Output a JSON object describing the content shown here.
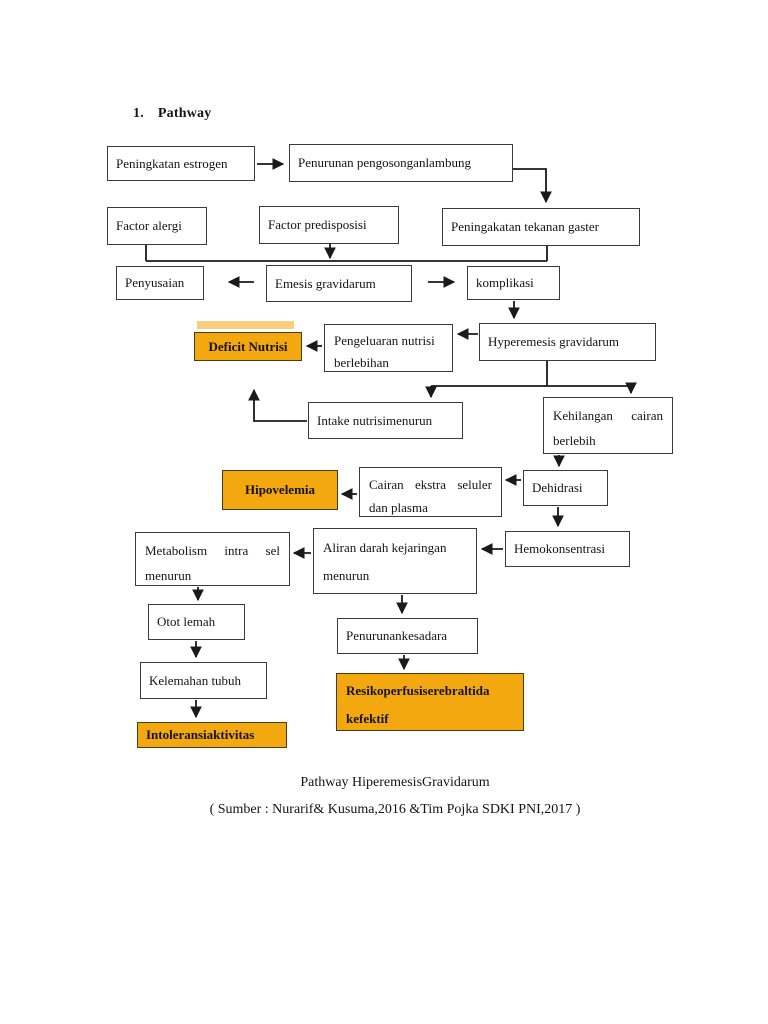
{
  "page": {
    "title_number": "1.",
    "title_text": "Pathway",
    "caption_line1": "Pathway HiperemesisGravidarum",
    "caption_line2": "( Sumber : Nurarif& Kusuma,2016 &Tim Pojka SDKI PNI,2017 )"
  },
  "colors": {
    "highlight_orange": "#F2A80E",
    "box_border": "#3A3A3A",
    "arrow_black": "#1A1A1A"
  },
  "nodes": {
    "peningkatan_estrogen": {
      "label": "Peningkatan estrogen",
      "highlighted": false
    },
    "penurunan_pengosongan": {
      "label": "Penurunan pengosonganlambung",
      "highlighted": false
    },
    "factor_alergi": {
      "label": "Factor alergi",
      "highlighted": false
    },
    "factor_predisposisi": {
      "label": "Factor predisposisi",
      "highlighted": false
    },
    "peningakatan_tekanan_gaster": {
      "label": "Peningakatan tekanan gaster",
      "highlighted": false
    },
    "penyusaian": {
      "label": "Penyusaian",
      "highlighted": false
    },
    "emesis_gravidarum": {
      "label": "Emesis gravidarum",
      "highlighted": false
    },
    "komplikasi": {
      "label": "komplikasi",
      "highlighted": false
    },
    "hyperemesis_gravidarum": {
      "label": "Hyperemesis gravidarum",
      "highlighted": false
    },
    "pengeluaran_nutrisi": {
      "label": "Pengeluaran nutrisi berlebihan",
      "highlighted": false
    },
    "deficit_nutrisi": {
      "label": "Deficit Nutrisi",
      "highlighted": true
    },
    "intake_nutrisi": {
      "label": "Intake nutrisimenurun",
      "highlighted": false
    },
    "kehilangan_cairan": {
      "label": "Kehilangan cairan berlebih",
      "highlighted": false
    },
    "hipovelemia": {
      "label": "Hipovelemia",
      "highlighted": true
    },
    "cairan_ekstra": {
      "label": "Cairan ekstra seluler dan plasma",
      "highlighted": false
    },
    "dehidrasi": {
      "label": "Dehidrasi",
      "highlighted": false
    },
    "metabolism_intra_sel": {
      "label": "Metabolism intra sel menurun",
      "highlighted": false
    },
    "aliran_darah": {
      "label": "Aliran darah kejaringan menurun",
      "highlighted": false
    },
    "hemokonsentrasi": {
      "label": "Hemokonsentrasi",
      "highlighted": false
    },
    "otot_lemah": {
      "label": "Otot lemah",
      "highlighted": false
    },
    "penurunan_kesadara": {
      "label": "Penurunankesadara",
      "highlighted": false
    },
    "kelemahan_tubuh": {
      "label": "Kelemahan tubuh",
      "highlighted": false
    },
    "resiko_perfusi": {
      "label": "Resikoperfusiserebraltida kefektif",
      "highlighted": true
    },
    "intoleransi_aktivitas": {
      "label": "Intoleransiaktivitas",
      "highlighted": true
    }
  },
  "edges": [
    {
      "from": "peningkatan_estrogen",
      "to": "penurunan_pengosongan"
    },
    {
      "from": "penurunan_pengosongan",
      "to": "peningakatan_tekanan_gaster"
    },
    {
      "from": "factor_alergi",
      "to": "emesis_gravidarum"
    },
    {
      "from": "factor_predisposisi",
      "to": "emesis_gravidarum"
    },
    {
      "from": "peningakatan_tekanan_gaster",
      "to": "emesis_gravidarum"
    },
    {
      "from": "emesis_gravidarum",
      "to": "penyusaian"
    },
    {
      "from": "emesis_gravidarum",
      "to": "komplikasi"
    },
    {
      "from": "komplikasi",
      "to": "hyperemesis_gravidarum"
    },
    {
      "from": "hyperemesis_gravidarum",
      "to": "pengeluaran_nutrisi"
    },
    {
      "from": "pengeluaran_nutrisi",
      "to": "deficit_nutrisi"
    },
    {
      "from": "hyperemesis_gravidarum",
      "to": "intake_nutrisi"
    },
    {
      "from": "hyperemesis_gravidarum",
      "to": "kehilangan_cairan"
    },
    {
      "from": "intake_nutrisi",
      "to": "deficit_nutrisi"
    },
    {
      "from": "kehilangan_cairan",
      "to": "dehidrasi"
    },
    {
      "from": "dehidrasi",
      "to": "cairan_ekstra"
    },
    {
      "from": "cairan_ekstra",
      "to": "hipovelemia"
    },
    {
      "from": "dehidrasi",
      "to": "hemokonsentrasi"
    },
    {
      "from": "hemokonsentrasi",
      "to": "aliran_darah"
    },
    {
      "from": "aliran_darah",
      "to": "metabolism_intra_sel"
    },
    {
      "from": "metabolism_intra_sel",
      "to": "otot_lemah"
    },
    {
      "from": "aliran_darah",
      "to": "penurunan_kesadara"
    },
    {
      "from": "otot_lemah",
      "to": "kelemahan_tubuh"
    },
    {
      "from": "penurunan_kesadara",
      "to": "resiko_perfusi"
    },
    {
      "from": "kelemahan_tubuh",
      "to": "intoleransi_aktivitas"
    }
  ]
}
